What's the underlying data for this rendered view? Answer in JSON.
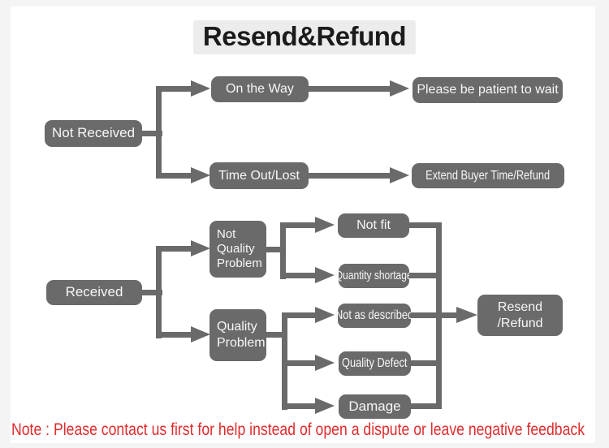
{
  "title": "Resend&Refund",
  "note": "Note : Please contact us first for help instead of open a dispute or leave negative feedback",
  "colors": {
    "box_gray": "#6a6a6a",
    "note_red": "#e02b2b",
    "title_bg": "#ececec",
    "page_bg": "#f4f4f4",
    "panel_bg": "#ffffff"
  },
  "flow_top": {
    "root": "Not Received",
    "branch1": {
      "mid": "On the Way",
      "end": "Please be patient to wait"
    },
    "branch2": {
      "mid": "Time Out/Lost",
      "end": "Extend Buyer Time/Refund"
    }
  },
  "flow_bottom": {
    "root": "Received",
    "group1": {
      "mid": "Not\nQuality\nProblem",
      "leaf1": "Not fit",
      "leaf2": "Quantity shortage"
    },
    "group2": {
      "mid": "Quality\nProblem",
      "leaf1": "Not as described",
      "leaf2": "Quality Defect",
      "leaf3": "Damage"
    },
    "end": "Resend\n/Refund"
  }
}
